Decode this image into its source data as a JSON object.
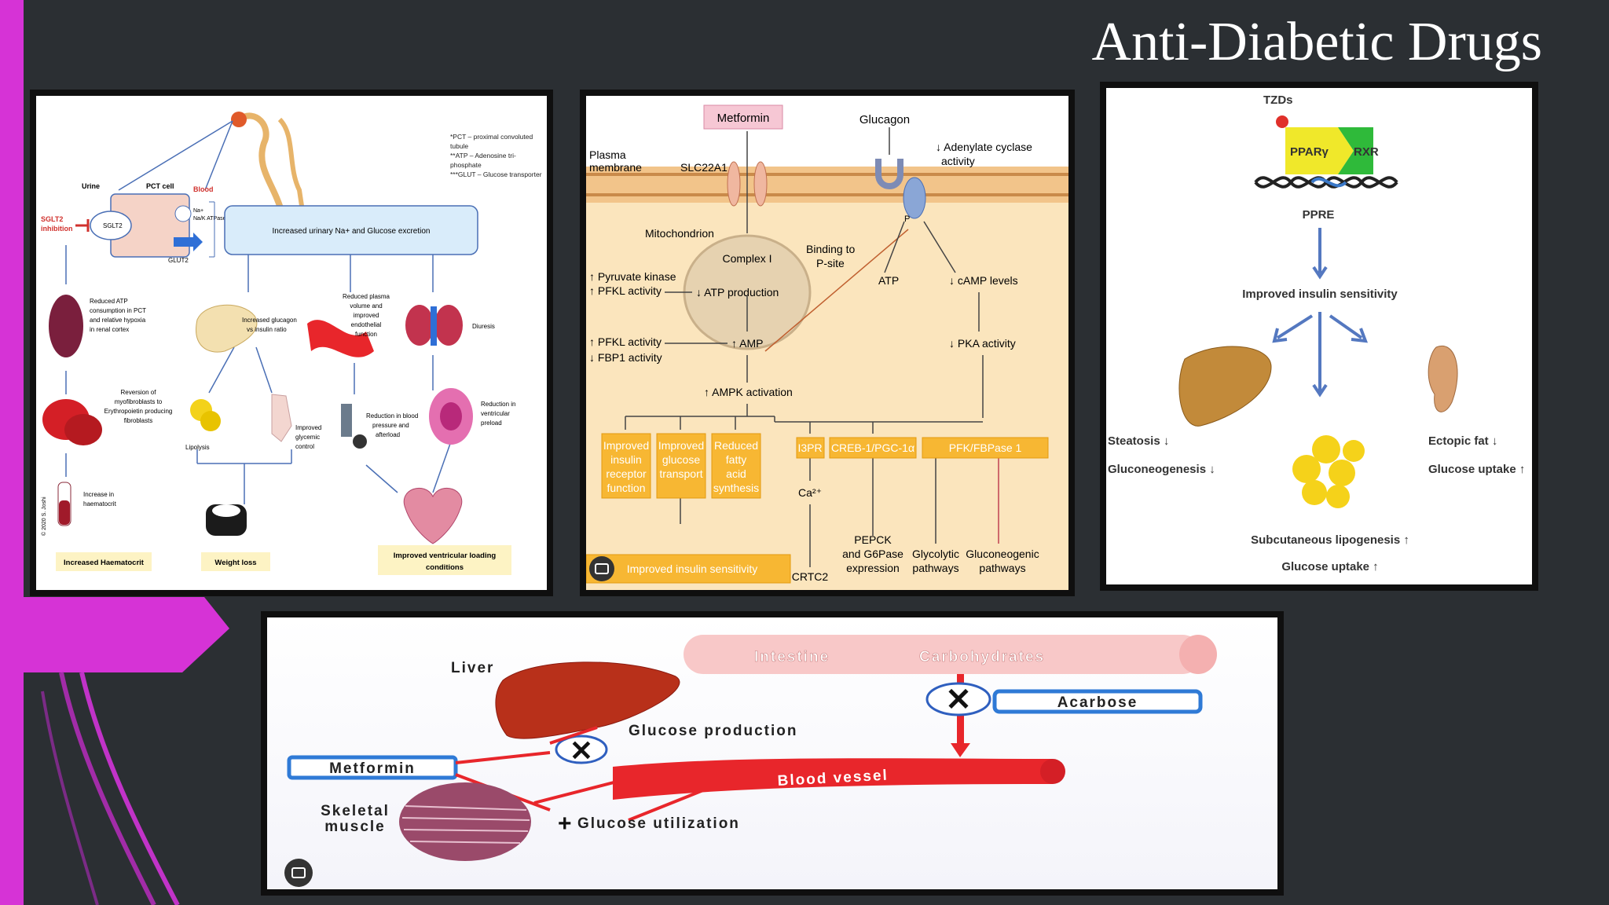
{
  "slide": {
    "title": "Anti-Diabetic Drugs",
    "accent_color": "#d633d6",
    "background_color": "#2b2f33"
  },
  "panel1": {
    "footnote": [
      "*PCT – proximal convoluted",
      "tubule",
      "**ATP – Adenosine tri-",
      "phosphate",
      "***GLUT – Glucose transporter"
    ],
    "urine": "Urine",
    "pct_cell": "PCT cell",
    "blood": "Blood",
    "sglt2_inhibition": [
      "SGLT2",
      "inhibition"
    ],
    "sglt2": "SGLT2",
    "na_k_atpase": [
      "Na+",
      "Na/K ATPase"
    ],
    "glut2": "GLUT2",
    "main_box": "Increased urinary Na+ and Glucose excretion",
    "reduced_atp": [
      "Reduced ATP",
      "consumption in PCT",
      "and relative hypoxia",
      "in renal cortex"
    ],
    "reversion": [
      "Reversion of",
      "myofibroblasts to",
      "Erythropoietin producing",
      "fibroblasts"
    ],
    "haematocrit": [
      "Increase in",
      "haematocrit"
    ],
    "increased_glucagon": [
      "Increased glucagon",
      "vs insulin ratio"
    ],
    "lipolysis": "Lipolysis",
    "glycemic": [
      "Improved",
      "glycemic",
      "control"
    ],
    "reduced_plasma": [
      "Reduced plasma",
      "volume and",
      "improved",
      "endothelial",
      "function"
    ],
    "bp": [
      "Reduction in blood",
      "pressure and",
      "afterload"
    ],
    "diuresis": "Diuresis",
    "preload": [
      "Reduction in",
      "ventricular",
      "preload"
    ],
    "out_haematocrit": "Increased Haematocrit",
    "out_weight": "Weight loss",
    "out_ventricular": [
      "Improved ventricular loading",
      "conditions"
    ],
    "copyright": "© 2020 S. Joshi"
  },
  "panel2": {
    "metformin": "Metformin",
    "glucagon": "Glucagon",
    "adenylate": [
      "↓ Adenylate cyclase",
      "activity"
    ],
    "plasma_membrane": [
      "Plasma",
      "membrane"
    ],
    "slc22a1": "SLC22A1",
    "mitochondrion": "Mitochondrion",
    "complex_i": "Complex I",
    "binding": [
      "Binding to",
      "P-site"
    ],
    "pyruvate": [
      "↑ Pyruvate kinase",
      "↑ PFKL activity"
    ],
    "atp_production": "↓ ATP production",
    "atp": "ATP",
    "camp": "↓ cAMP levels",
    "pfkl_fbp1": [
      "↑ PFKL activity",
      "↓ FBP1 activity"
    ],
    "amp": "↑ AMP",
    "pka": "↓ PKA activity",
    "ampk": "↑ AMPK activation",
    "box_insulin_receptor": [
      "Improved",
      "insulin",
      "receptor",
      "function"
    ],
    "box_glucose_transport": [
      "Improved",
      "glucose",
      "transport"
    ],
    "box_fatty_acid": [
      "Reduced",
      "fatty",
      "acid",
      "synthesis"
    ],
    "i3pr": "I3PR",
    "creb": "CREB-1/PGC-1α",
    "pfk": "PFK/FBPase 1",
    "ca": "Ca²⁺",
    "pepck": [
      "PEPCK",
      "and G6Pase",
      "expression"
    ],
    "glycolytic": [
      "Glycolytic",
      "pathways"
    ],
    "gluconeogenic": [
      "Gluconeogenic",
      "pathways"
    ],
    "crtc2": "CRTC2",
    "improved_sensitivity": "Improved insulin sensitivity",
    "p_label": "P"
  },
  "panel3": {
    "tzds": "TZDs",
    "ppar": "PPARγ",
    "rxr": "RXR",
    "ppre": "PPRE",
    "sensitivity": "Improved insulin sensitivity",
    "steatosis": "Steatosis ↓",
    "gluconeogenesis": "Gluconeogenesis ↓",
    "ectopic_fat": "Ectopic fat ↓",
    "glucose_uptake_right": "Glucose uptake ↑",
    "lipogenesis": "Subcutaneous lipogenesis ↑",
    "glucose_uptake_bottom": "Glucose uptake ↑"
  },
  "panel4": {
    "intestine": "Intestine",
    "carbohydrates": "Carbohydrates",
    "liver": "Liver",
    "glucose_production": "Glucose production",
    "acarbose": "Acarbose",
    "metformin": "Metformin",
    "blood_vessel": "Blood vessel",
    "skeletal_muscle": [
      "Skeletal",
      "muscle"
    ],
    "glucose_utilization": "Glucose utilization"
  }
}
